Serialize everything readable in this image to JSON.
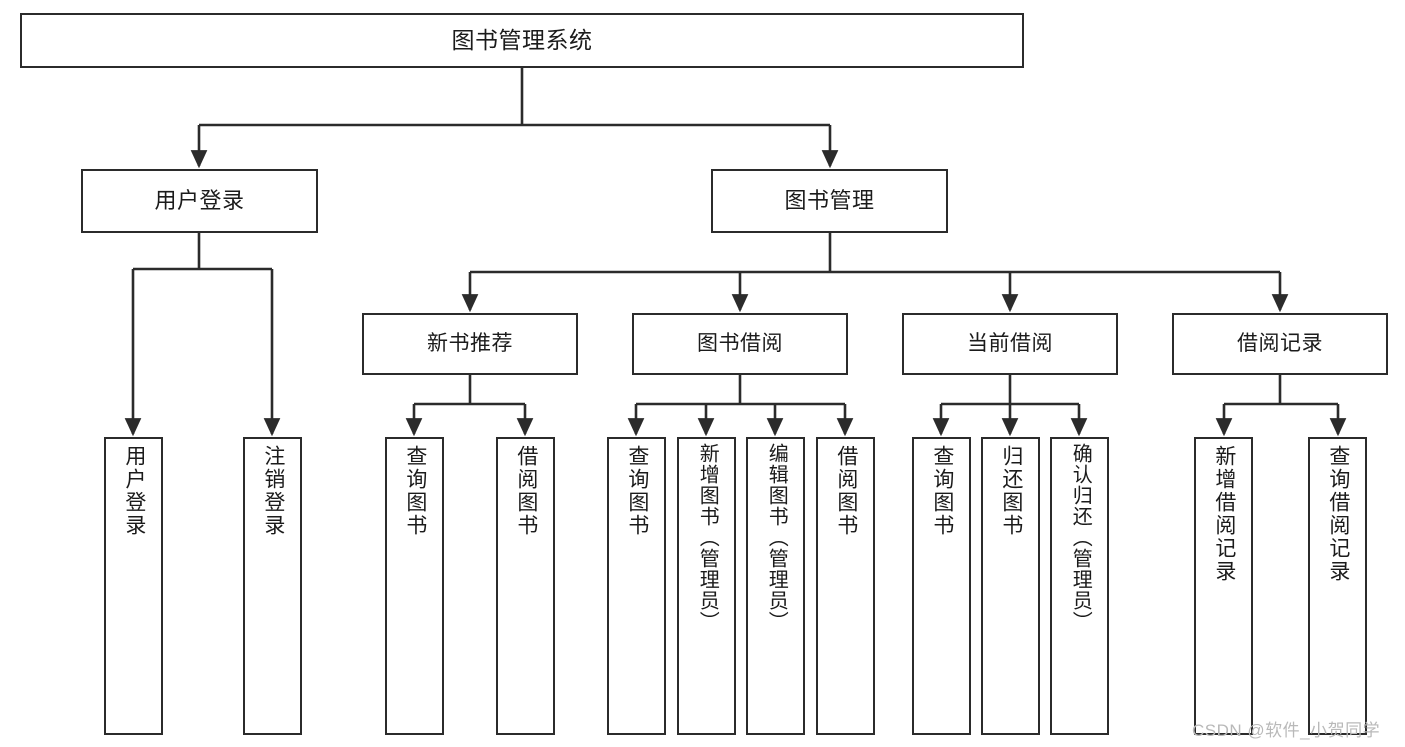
{
  "diagram": {
    "type": "tree",
    "title": "图书管理系统",
    "stroke_color": "#2b2b2b",
    "fill_color": "#ffffff",
    "text_color": "#1b1b1b",
    "root": {
      "id": "root",
      "label": "图书管理系统"
    },
    "level2": [
      {
        "id": "user-login",
        "label": "用户登录"
      },
      {
        "id": "book-manage",
        "label": "图书管理"
      }
    ],
    "level3": [
      {
        "id": "new-book-recommend",
        "label": "新书推荐"
      },
      {
        "id": "book-borrow",
        "label": "图书借阅"
      },
      {
        "id": "current-borrow",
        "label": "当前借阅"
      },
      {
        "id": "borrow-record",
        "label": "借阅记录"
      }
    ],
    "leaves": {
      "user_login": [
        {
          "id": "leaf-user-login",
          "label": "用户登录"
        },
        {
          "id": "leaf-logout",
          "label": "注销登录"
        }
      ],
      "new_book_recommend": [
        {
          "id": "leaf-query-book-1",
          "label": "查询图书"
        },
        {
          "id": "leaf-borrow-book-1",
          "label": "借阅图书"
        }
      ],
      "book_borrow": [
        {
          "id": "leaf-query-book-2",
          "label": "查询图书"
        },
        {
          "id": "leaf-add-book",
          "label": "新增图书（管理员）"
        },
        {
          "id": "leaf-edit-book",
          "label": "编辑图书（管理员）"
        },
        {
          "id": "leaf-borrow-book-2",
          "label": "借阅图书"
        }
      ],
      "current_borrow": [
        {
          "id": "leaf-query-book-3",
          "label": "查询图书"
        },
        {
          "id": "leaf-return-book",
          "label": "归还图书"
        },
        {
          "id": "leaf-confirm-return",
          "label": "确认归还（管理员）"
        }
      ],
      "borrow_record": [
        {
          "id": "leaf-add-record",
          "label": "新增借阅记录"
        },
        {
          "id": "leaf-query-record",
          "label": "查询借阅记录"
        }
      ]
    }
  },
  "watermark": {
    "text": "CSDN @软件_小贺同学"
  }
}
